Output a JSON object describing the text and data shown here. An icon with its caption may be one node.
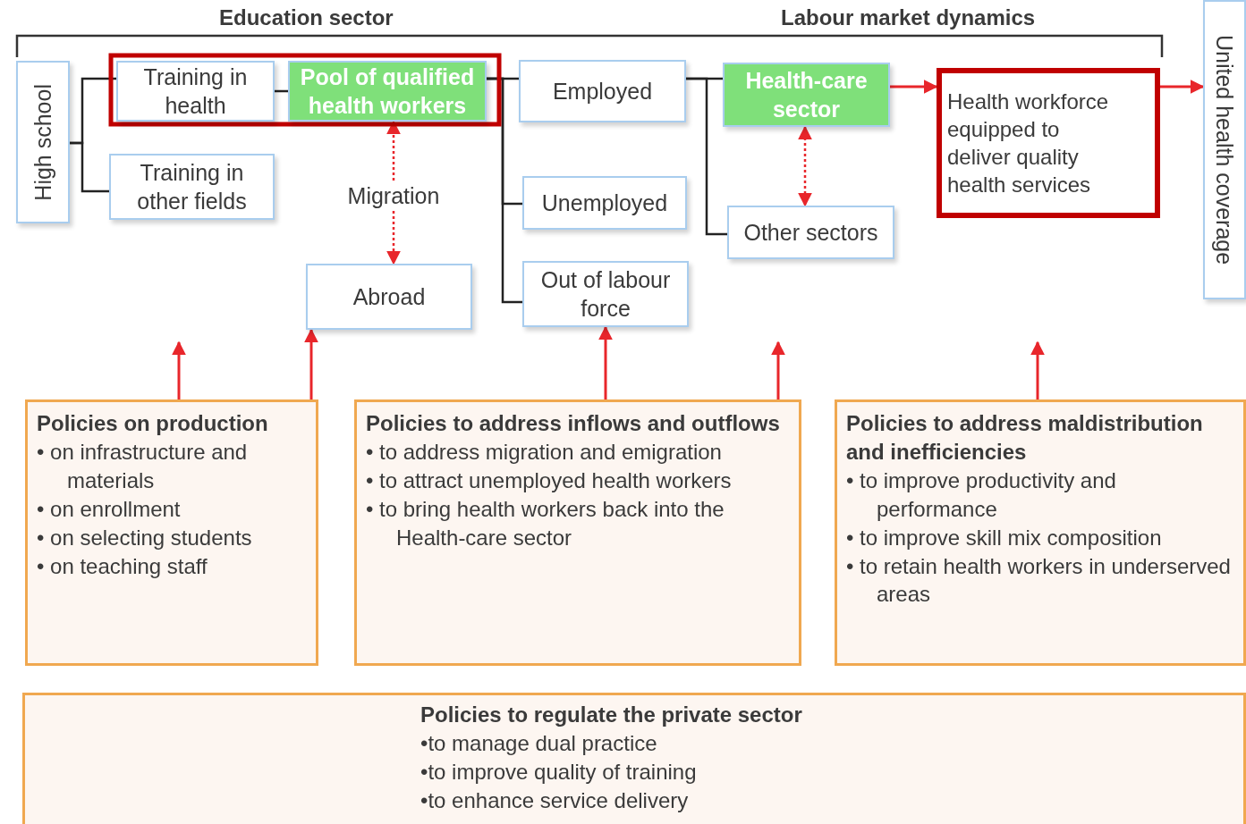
{
  "diagram": {
    "nodes": [
      {
        "text": [
          "High school"
        ]
      },
      {
        "text": [
          "Training in health"
        ]
      },
      {
        "text": [
          "Training in other fields"
        ]
      },
      {
        "text": [
          "Pool of qualified health workers"
        ]
      },
      {
        "text": [
          "Migration"
        ]
      },
      {
        "text": [
          "Abroad"
        ]
      },
      {
        "text": [
          "Employed"
        ]
      },
      {
        "text": [
          "Unemployed"
        ]
      },
      {
        "text": [
          "Out of labour force"
        ]
      },
      {
        "text": [
          "Health-care sector"
        ]
      },
      {
        "text": [
          "Other sectors"
        ]
      },
      {
        "text": [
          "Health workforce equipped to deliver quality health services"
        ]
      },
      {
        "text": [
          "United health coverage"
        ]
      },
      {
        "text": [
          "Policies on production",
          "• on infrastructure and materials",
          "• on enrollment",
          "• on selecting students",
          "• on teaching staff"
        ]
      },
      {
        "text": [
          "Policies to address inflows and outflows",
          "• to address migration and emigration",
          "• to attract unemployed health workers",
          "• to bring health workers back into the Health-care sector"
        ]
      },
      {
        "text": [
          "Policies to address maldistribution and inefficiencies",
          "• to improve productivity and performance",
          "• to improve skill mix composition",
          "• to retain health workers in underserved areas"
        ]
      },
      {
        "text": [
          "Policies to regulate the private sector",
          "•to manage dual practice",
          "•to improve quality of training",
          "•to enhance service delivery"
        ]
      }
    ],
    "edges": [
      {
        "from": 0,
        "to": 1,
        "arrow": "none",
        "color": "#222222"
      },
      {
        "from": 0,
        "to": 2,
        "arrow": "none",
        "color": "#222222"
      },
      {
        "from": 1,
        "to": 3,
        "arrow": "none",
        "color": "#222222"
      },
      {
        "from": 3,
        "to": 6,
        "arrow": "none",
        "color": "#222222"
      },
      {
        "from": 3,
        "to": 7,
        "arrow": "none",
        "color": "#222222"
      },
      {
        "from": 3,
        "to": 8,
        "arrow": "none",
        "color": "#222222"
      },
      {
        "from": 6,
        "to": 9,
        "arrow": "none",
        "color": "#222222"
      },
      {
        "from": 6,
        "to": 10,
        "arrow": "none",
        "color": "#222222"
      },
      {
        "from": 4,
        "to": 3,
        "arrow": "to",
        "style": "dashed"
      },
      {
        "from": 4,
        "to": 5,
        "arrow": "to",
        "style": "dashed"
      },
      {
        "from": 9,
        "to": 10,
        "arrow": "both",
        "style": "dashed"
      },
      {
        "from": 9,
        "to": 11,
        "arrow": "to"
      },
      {
        "from": 11,
        "to": 12,
        "arrow": "to"
      },
      {
        "from": 13,
        "to": null,
        "arrow": "to"
      },
      {
        "from": 13,
        "to": 5,
        "arrow": "to"
      },
      {
        "from": 14,
        "to": 8,
        "arrow": "to"
      },
      {
        "from": 14,
        "to": null,
        "arrow": "to"
      },
      {
        "from": 15,
        "to": null,
        "arrow": "to"
      }
    ],
    "labels": [
      "Education sector",
      "Labour market dynamics"
    ]
  }
}
